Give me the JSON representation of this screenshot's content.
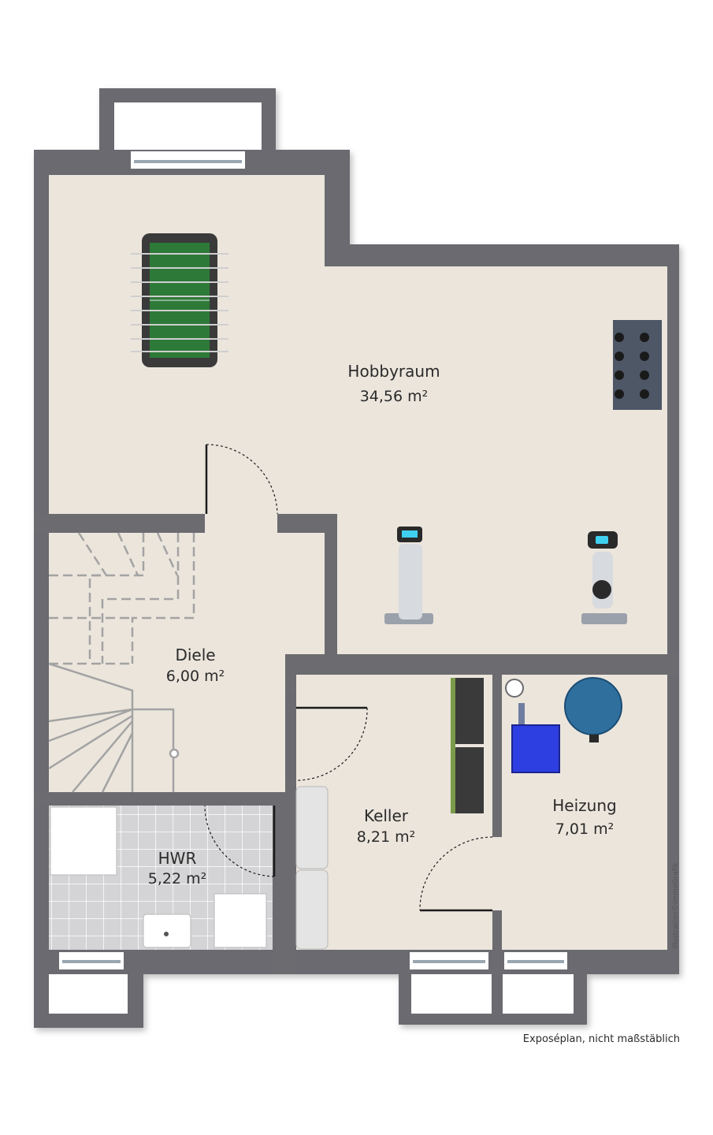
{
  "rooms": [
    {
      "name": "Hobbyraum",
      "area": "34,56 m²"
    },
    {
      "name": "Diele",
      "area": "6,00 m²"
    },
    {
      "name": "HWR",
      "area": "5,22 m²"
    },
    {
      "name": "Keller",
      "area": "8,21 m²"
    },
    {
      "name": "Heizung",
      "area": "7,01 m²"
    }
  ],
  "caption": "Exposéplan, nicht maßstäblich",
  "credit": "illustration©immoGrafik",
  "colors": {
    "wall": "#6b6b70",
    "floor": "#ebe5dc",
    "tile": "#d4d4d6",
    "boiler": "#2f6f9e",
    "tank": "#2d3fe0"
  }
}
